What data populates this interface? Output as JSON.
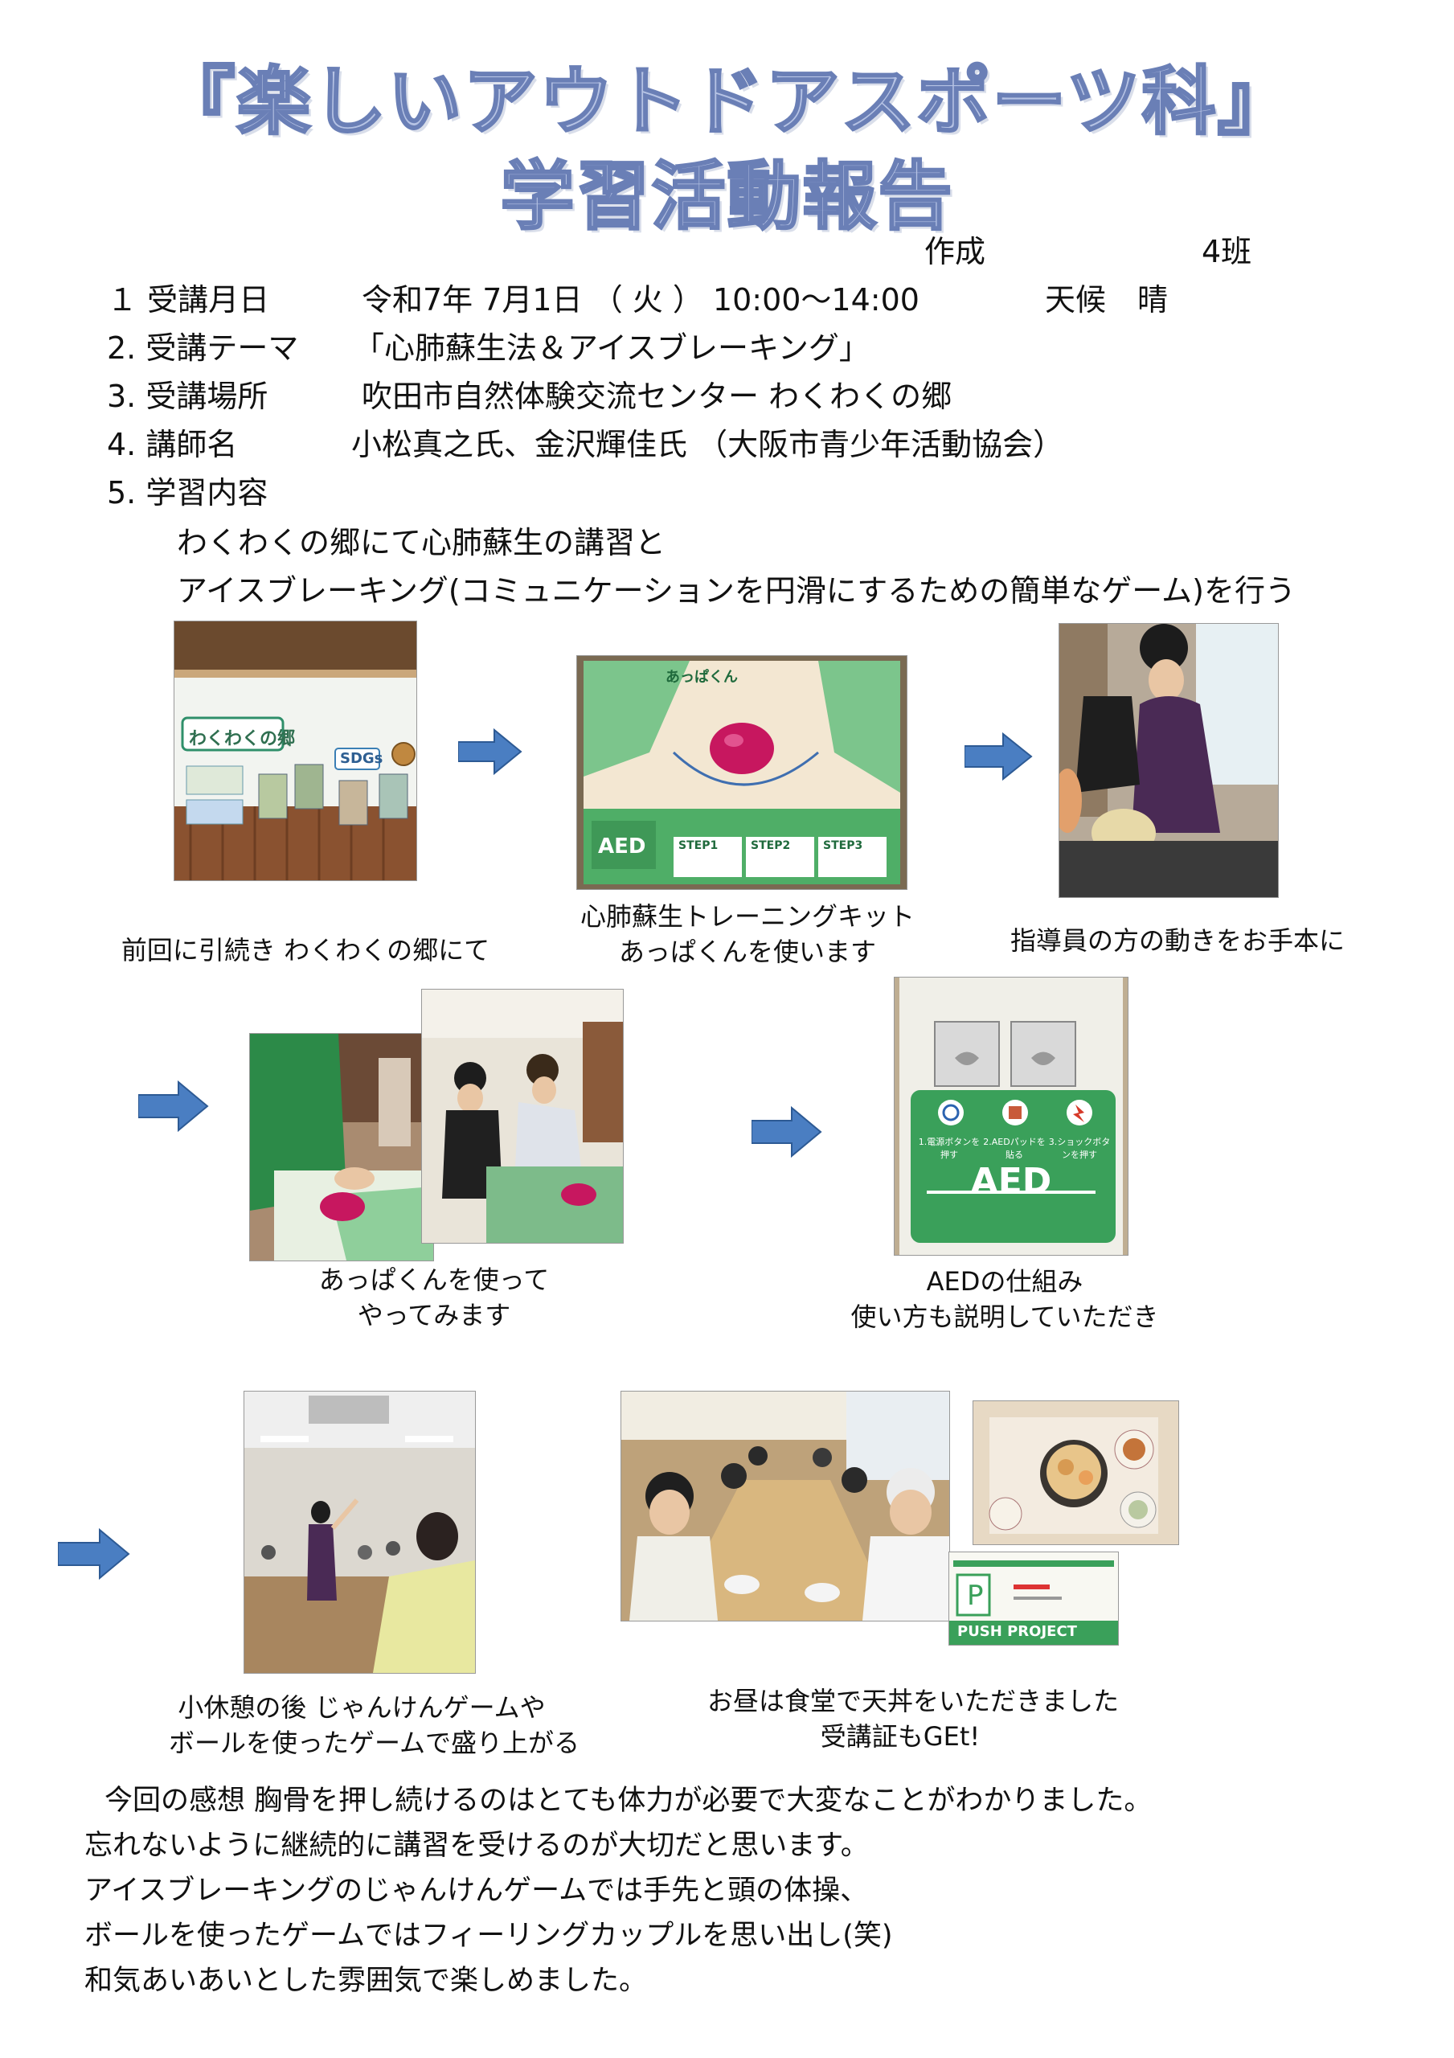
{
  "header": {
    "title_line1": "『楽しいアウトドアスポーツ科』",
    "title_line2": "学習活動報告",
    "author_label": "作成",
    "author_group": "4班"
  },
  "info": {
    "date_label": "１ 受講月日",
    "date_value": "令和7年 7月1日 （ 火 ） 10:00～14:00",
    "weather_label": "天候",
    "weather_value": "晴",
    "theme_label": "2. 受講テーマ",
    "theme_value": "「心肺蘇生法＆アイスブレーキング」",
    "place_label": "3. 受講場所",
    "place_value": "吹田市自然体験交流センター わくわくの郷",
    "lecturer_label": "4. 講師名",
    "lecturer_value": "小松真之氏、金沢輝佳氏 （大阪市青少年活動協会）",
    "content_label": "5. 学習内容",
    "content_line1": "わくわくの郷にて心肺蘇生の講習と",
    "content_line2": "アイスブレーキング(コミュニケーションを円滑にするための簡単なゲーム)を行う"
  },
  "photo_text": {
    "sign_wakuwaku": "わくわくの郷",
    "sign_sdgs": "SDGs",
    "mat_name": "あっぱくん",
    "aed": "AED",
    "step1": "STEP1",
    "step2": "STEP2",
    "step3": "STEP3",
    "aed_step1": "1.電源ボタンを押す",
    "aed_step2": "2.AEDパッドを貼る",
    "aed_step3": "3.ショックボタンを押す",
    "push_project": "PUSH PROJECT"
  },
  "captions": {
    "c1": "前回に引続き わくわくの郷にて",
    "c2_l1": "心肺蘇生トレーニングキット",
    "c2_l2": "あっぱくんを使います",
    "c3": "指導員の方の動きをお手本に",
    "c4_l1": "あっぱくんを使って",
    "c4_l2": "やってみます",
    "c5_l1": "AEDの仕組み",
    "c5_l2": "使い方も説明していただき",
    "c6_l1": "小休憩の後 じゃんけんゲームや",
    "c6_l2": "ボールを使ったゲームで盛り上がる",
    "c7_l1": "お昼は食堂で天丼をいただきました",
    "c7_l2": "受講証もGEt!"
  },
  "comments": {
    "l1": "今回の感想 胸骨を押し続けるのはとても体力が必要で大変なことがわかりました。",
    "l2": "忘れないように継続的に講習を受けるのが大切だと思います。",
    "l3": "アイスブレーキングのじゃんけんゲームでは手先と頭の体操、",
    "l4": "ボールを使ったゲームではフィーリングカップルを思い出し(笑)",
    "l5": "和気あいあいとした雰囲気で楽しめました。"
  },
  "colors": {
    "arrow": "#4a7ec2",
    "title_fill": "#b6c3e4",
    "title_stroke": "#6a7fb6",
    "aed_green": "#3aa05a"
  }
}
